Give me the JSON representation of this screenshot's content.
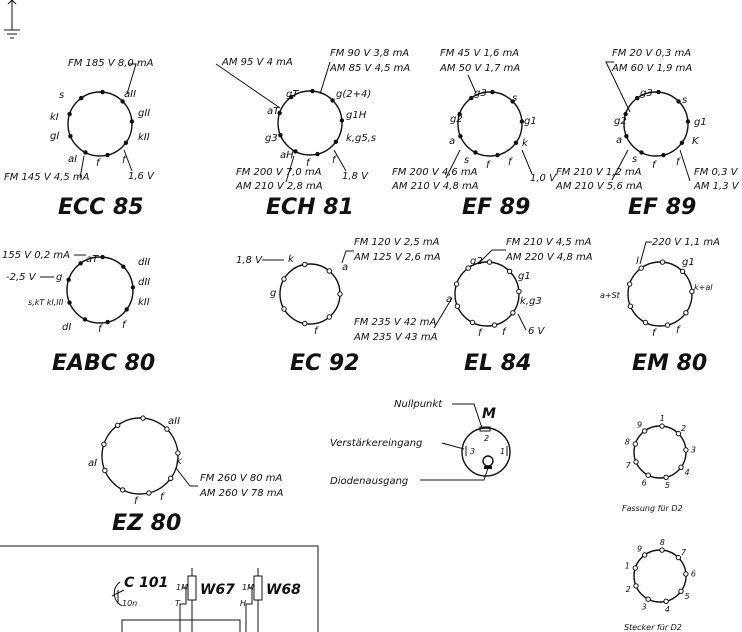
{
  "tubes": [
    {
      "name": "ECC 85",
      "pins": [
        "s",
        "aII",
        "gII",
        "kII",
        "f",
        "f",
        "aI",
        "gI",
        "kI"
      ],
      "notes": [
        "FM 185 V 8,0 mA",
        "FM 145 V 4,5 mA",
        "1,6 V"
      ]
    },
    {
      "name": "ECH 81",
      "pins": [
        "gT",
        "g(2+4)",
        "g1H",
        "k,g5,s",
        "f",
        "f",
        "aH",
        "g3",
        "aT"
      ],
      "notes": [
        "AM 95 V 4 mA",
        "FM 90 V 3,8 mA",
        "AM 85 V 4,5 mA",
        "FM 200 V 7,0 mA",
        "AM 210 V 2,8 mA",
        "1,8 V"
      ]
    },
    {
      "name": "EF 89",
      "pins": [
        "g3",
        "s",
        "g1",
        "k",
        "f",
        "f",
        "s",
        "a",
        "g2"
      ],
      "notes": [
        "FM 45 V 1,6 mA",
        "AM 50 V 1,7 mA",
        "FM 200 V 4,6 mA",
        "AM 210 V 4,8 mA",
        "1,0 V"
      ]
    },
    {
      "name": "EF 89",
      "pins": [
        "g3",
        "s",
        "g1",
        "K",
        "f",
        "f",
        "s",
        "a",
        "g2"
      ],
      "notes": [
        "FM 20 V 0,3 mA",
        "AM 60 V 1,9 mA",
        "FM 210 V 1,2 mA",
        "AM 210 V 5,6 mA",
        "FM 0,3 V",
        "AM 1,3 V"
      ]
    },
    {
      "name": "EABC 80",
      "pins": [
        "aT",
        "dII",
        "dII",
        "kII",
        "f",
        "f",
        "dI",
        "s,kT kI,III",
        "g"
      ],
      "notes": [
        "155 V 0,2 mA",
        "-2,5 V"
      ]
    },
    {
      "name": "EC 92",
      "pins": [
        "k",
        "a",
        "f",
        "g"
      ],
      "notes": [
        "1,8 V",
        "FM 120 V 2,5 mA",
        "AM 125 V 2,6 mA"
      ]
    },
    {
      "name": "EL 84",
      "pins": [
        "g2",
        "g1",
        "k,g3",
        "f",
        "f",
        "a"
      ],
      "notes": [
        "FM 210 V 4,5 mA",
        "AM 220 V 4,8 mA",
        "FM 235 V 42 mA",
        "AM 235 V 43 mA",
        "6 V"
      ]
    },
    {
      "name": "EM 80",
      "pins": [
        "l",
        "g1",
        "k+al",
        "f",
        "f",
        "a+St"
      ],
      "notes": [
        "220 V 1,1 mA"
      ]
    },
    {
      "name": "EZ 80",
      "pins": [
        "aII",
        "k",
        "f",
        "f",
        "aI"
      ],
      "notes": [
        "FM 260 V 80 mA",
        "AM 260 V 78 mA"
      ]
    }
  ],
  "module": {
    "letter": "M",
    "labels": [
      "Nullpunkt",
      "Verstärkereingang",
      "Diodenausgang"
    ],
    "pins": [
      "2",
      "3",
      "1"
    ]
  },
  "sockets": {
    "fassung_caption": "Fassung für D2",
    "fassung_pins": [
      "9",
      "1",
      "2",
      "3",
      "4",
      "5",
      "6",
      "7",
      "8"
    ],
    "stecker_caption": "Stecker für D2",
    "stecker_pins": [
      "9",
      "8",
      "7",
      "6",
      "5",
      "4",
      "3",
      "2",
      "1"
    ]
  },
  "circuit": {
    "capacitor": "C 101",
    "capacitor_value": "10n",
    "pot1": "W67",
    "pot1_value": "1M",
    "pot1_tap": "T",
    "pot2": "W68",
    "pot2_value": "1M",
    "pot2_tap": "H"
  }
}
